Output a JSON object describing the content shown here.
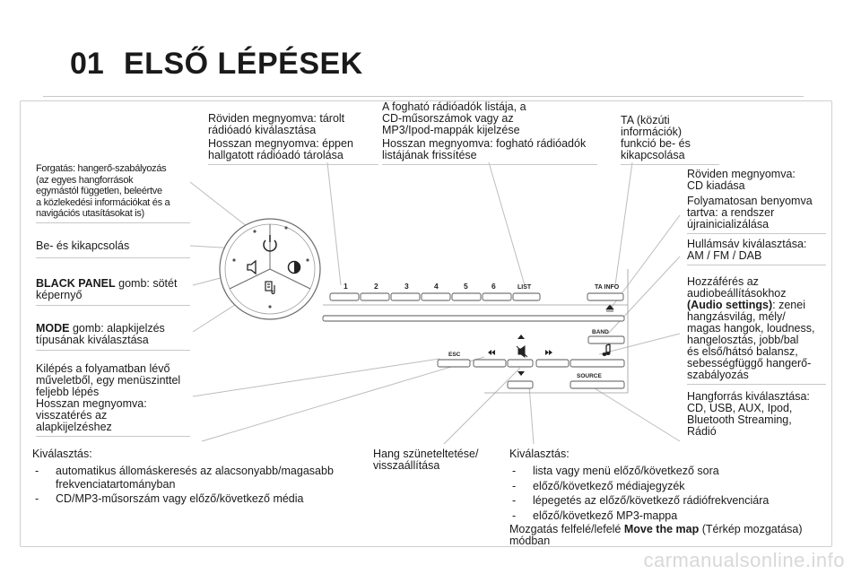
{
  "header": {
    "number": "01",
    "title": "ELSŐ LÉPÉSEK"
  },
  "labels": {
    "rotate": "Forgatás: hangerő-szabályozás\n(az egyes hangforrások\negymástól független, beleértve\na közlekedési információkat és a\nnavigációs utasításokat is)",
    "onoff": "Be- és kikapcsolás",
    "black_panel_bold": "BLACK PANEL",
    "black_panel_rest": " gomb: sötét\nképernyő",
    "mode_bold": "MODE",
    "mode_rest": " gomb: alapkijelzés\ntípusának kiválasztása",
    "esc": "Kilépés a folyamatban lévő\nműveletből, egy menüszinttel\nfeljebb lépés\nHosszan megnyomva:\nvisszatérés az\nalapkijelzéshez",
    "preset_short": "Röviden megnyomva: tárolt\nrádióadó kiválasztása",
    "preset_long": "Hosszan megnyomva: éppen\nhallgatott rádióadó tárolása",
    "list_short": "A fogható rádióadók listája, a\nCD-műsorszámok vagy az\nMP3/Ipod-mappák kijelzése",
    "list_long": "Hosszan megnyomva: fogható rádióadók\nlistájának frissítése",
    "ta": "TA (közúti\ninformációk)\nfunkció be- és\nkikapcsolása",
    "eject_short": "Röviden megnyomva:\nCD kiadása",
    "eject_long": "Folyamatosan benyomva\ntartva: a rendszer\nújrainicializálása",
    "band": "Hullámsáv kiválasztása:\nAM / FM / DAB",
    "audio_pre": "Hozzáférés az\naudiobeállításokhoz\n",
    "audio_bold": "(Audio settings)",
    "audio_rest": ": zenei\nhangzásvilág, mély/\nmagas hangok, loudness,\nhangelosztás, jobb/bal\nés első/hátsó balansz,\nsebességfüggő hangerő-\nszabályozás",
    "source": "Hangforrás kiválasztása:\nCD, USB, AUX, Ipod,\nBluetooth Streaming,\nRádió",
    "mute": "Hang szüneteltetése/\nvisszaállítása",
    "sel_left_title": "Kiválasztás:",
    "sel_left_items": [
      "automatikus állomáskeresés az alacsonyabb/magasabb\nfrekvenciatartományban",
      "CD/MP3-műsorszám vagy előző/következő média"
    ],
    "sel_right_title": "Kiválasztás:",
    "sel_right_items": [
      "lista vagy menü előző/következő sora",
      "előző/következő médiajegyzék",
      "lépegetés az előző/következő rádiófrekvenciára",
      "előző/következő MP3-mappa"
    ],
    "map_pre": "Mozgatás felfelé/lefelé ",
    "map_bold": "Move the map",
    "map_rest": " (Térkép mozgatása)\nmódban"
  },
  "device": {
    "presets": [
      "1",
      "2",
      "3",
      "4",
      "5",
      "6"
    ],
    "list": "LIST",
    "ta_info": "TA INFO",
    "band": "BAND",
    "esc": "ESC",
    "source": "SOURCE",
    "icons": [
      "power-icon",
      "contrast-icon",
      "volume-icon",
      "mode-icon",
      "eject-icon",
      "music-note-icon",
      "mute-icon",
      "rewind-icon",
      "forward-icon",
      "up-arrow-icon",
      "down-arrow-icon"
    ]
  },
  "watermark": "carmanualsonline.info"
}
